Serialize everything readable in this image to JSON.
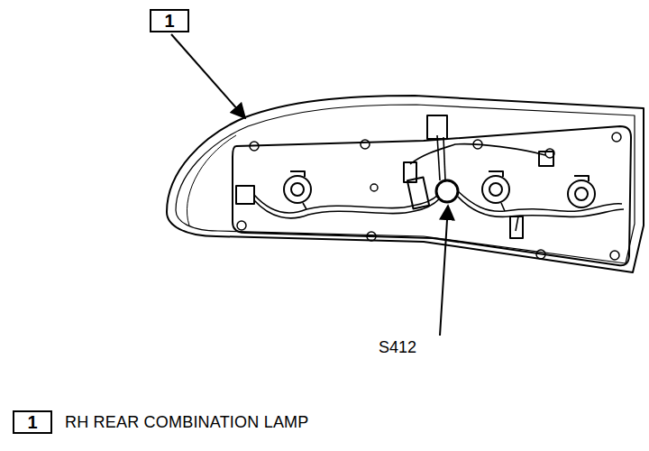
{
  "diagram": {
    "nodes": [
      {
        "text": [
          "1"
        ]
      },
      {
        "text": [
          "1",
          "RH REAR COMBINATION LAMP"
        ]
      }
    ],
    "labels": [
      "S412"
    ]
  }
}
